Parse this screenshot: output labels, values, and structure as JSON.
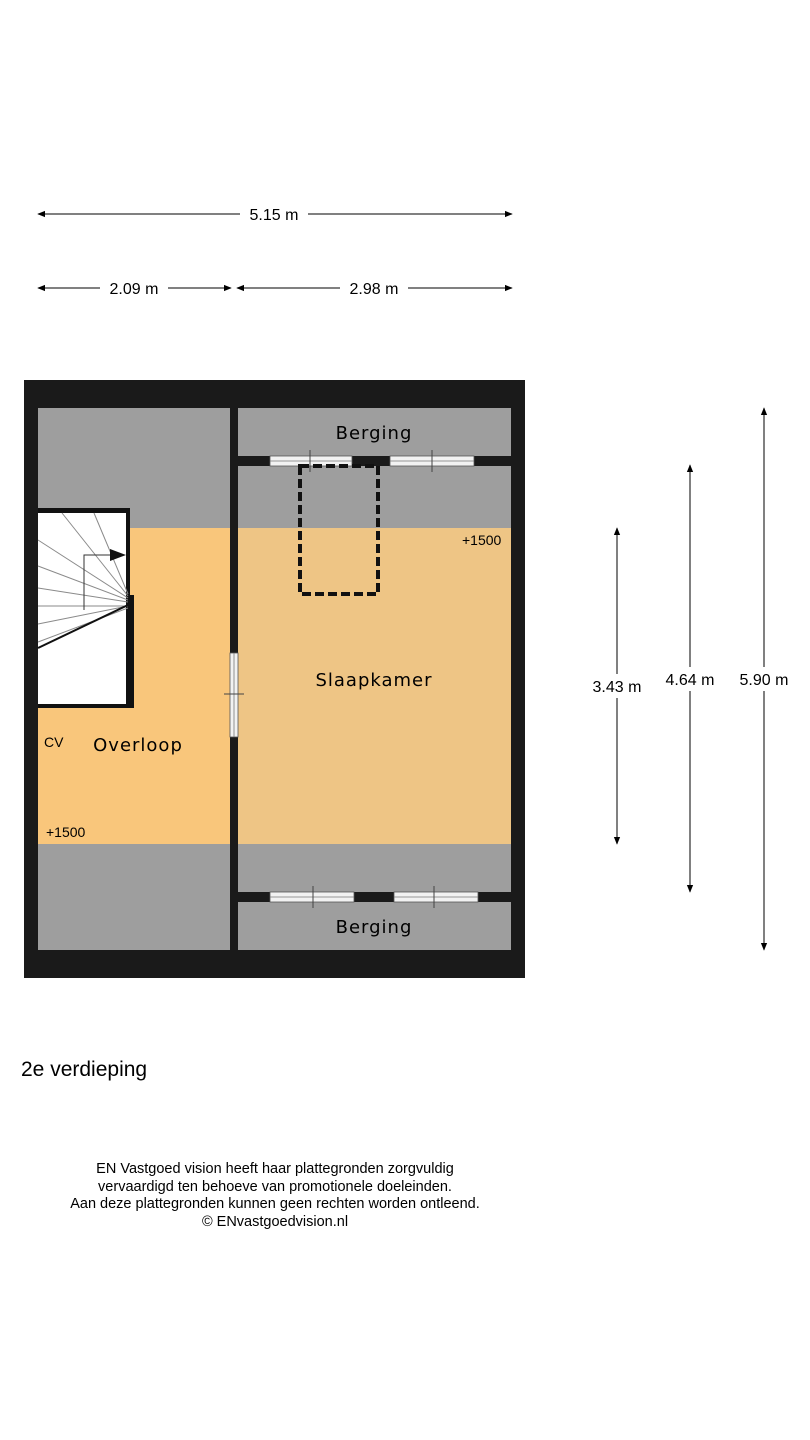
{
  "plan": {
    "dimensions": {
      "total_width": "5.15 m",
      "left_width": "2.09 m",
      "right_width": "2.98 m",
      "height_1": "3.43 m",
      "height_2": "4.64 m",
      "height_3": "5.90 m"
    },
    "rooms": {
      "berging_top": "Berging",
      "slaapkamer": "Slaapkamer",
      "overloop": "Overloop",
      "berging_bottom": "Berging"
    },
    "labels": {
      "cv": "CV",
      "height_right": "+1500",
      "height_left": "+1500"
    },
    "colors": {
      "wall": "#1a1a1a",
      "low_ceiling": "#9e9e9e",
      "overloop_floor": "#f9c67b",
      "slaapkamer_floor": "#eec585"
    }
  },
  "floor_name": "2e verdieping",
  "disclaimer": [
    "EN Vastgoed vision heeft haar plattegronden zorgvuldig",
    "vervaardigd ten behoeve van promotionele doeleinden.",
    "Aan deze plattegronden kunnen geen rechten worden ontleend.",
    "© ENvastgoedvision.nl"
  ]
}
